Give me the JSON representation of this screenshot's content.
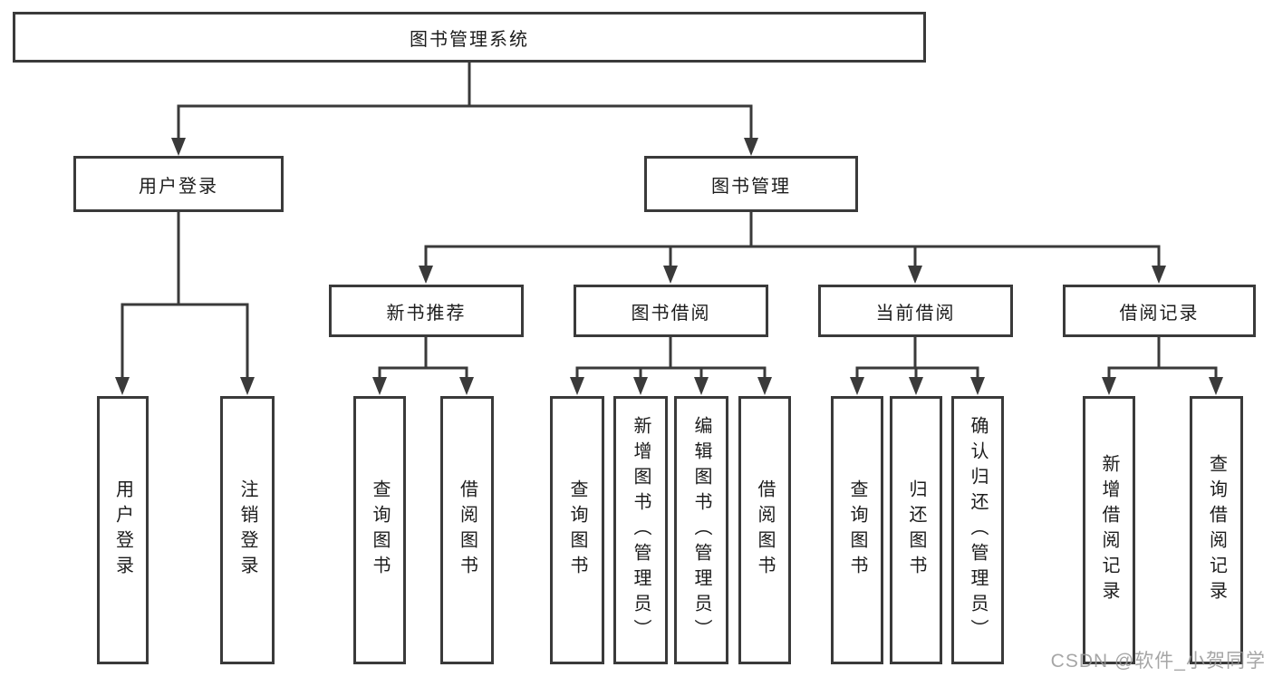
{
  "diagram": {
    "root": {
      "label": "图书管理系统"
    },
    "branches": [
      {
        "label": "用户登录",
        "leaves": [
          {
            "label": "用户登录"
          },
          {
            "label": "注销登录"
          }
        ]
      },
      {
        "label": "图书管理",
        "sections": [
          {
            "label": "新书推荐",
            "leaves": [
              {
                "label": "查询图书"
              },
              {
                "label": "借阅图书"
              }
            ]
          },
          {
            "label": "图书借阅",
            "leaves": [
              {
                "label": "查询图书"
              },
              {
                "label": "新增图书（管理员）"
              },
              {
                "label": "编辑图书（管理员）"
              },
              {
                "label": "借阅图书"
              }
            ]
          },
          {
            "label": "当前借阅",
            "leaves": [
              {
                "label": "查询图书"
              },
              {
                "label": "归还图书"
              },
              {
                "label": "确认归还（管理员）"
              }
            ]
          },
          {
            "label": "借阅记录",
            "leaves": [
              {
                "label": "新增借阅记录"
              },
              {
                "label": "查询借阅记录"
              }
            ]
          }
        ]
      }
    ]
  },
  "watermark": {
    "text": "CSDN @软件_小贺同学"
  },
  "colors": {
    "line": "#3a3a3a",
    "box_border": "#3a3a3a",
    "text": "#1c1c1c",
    "watermark": "#969696",
    "background": "#ffffff"
  }
}
